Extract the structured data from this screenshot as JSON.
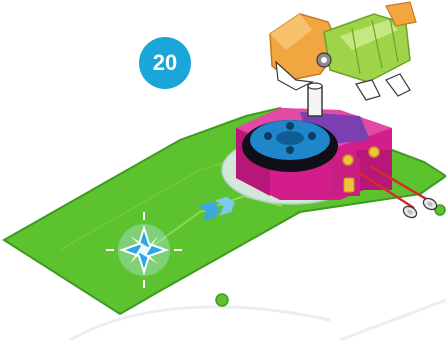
{
  "step": {
    "number": "20",
    "badge_color": "#1aa6d9"
  },
  "colors": {
    "mat_green": "#5cc32f",
    "mat_dark_green": "#3f9a20",
    "magenta": "#d21d8a",
    "purple": "#7a3fb0",
    "gear_blue": "#1e86c9",
    "bird_orange": "#f2a640",
    "bird_lime": "#9fd448",
    "screw_red": "#d62b2b"
  },
  "illustration": {
    "mat_icons": [
      "sparkle-star-icon",
      "chevron-arrows-icon"
    ],
    "parts": [
      "green-base-mat",
      "magenta-rotating-base",
      "blue-gear",
      "bird-figure",
      "connector-pins"
    ]
  }
}
